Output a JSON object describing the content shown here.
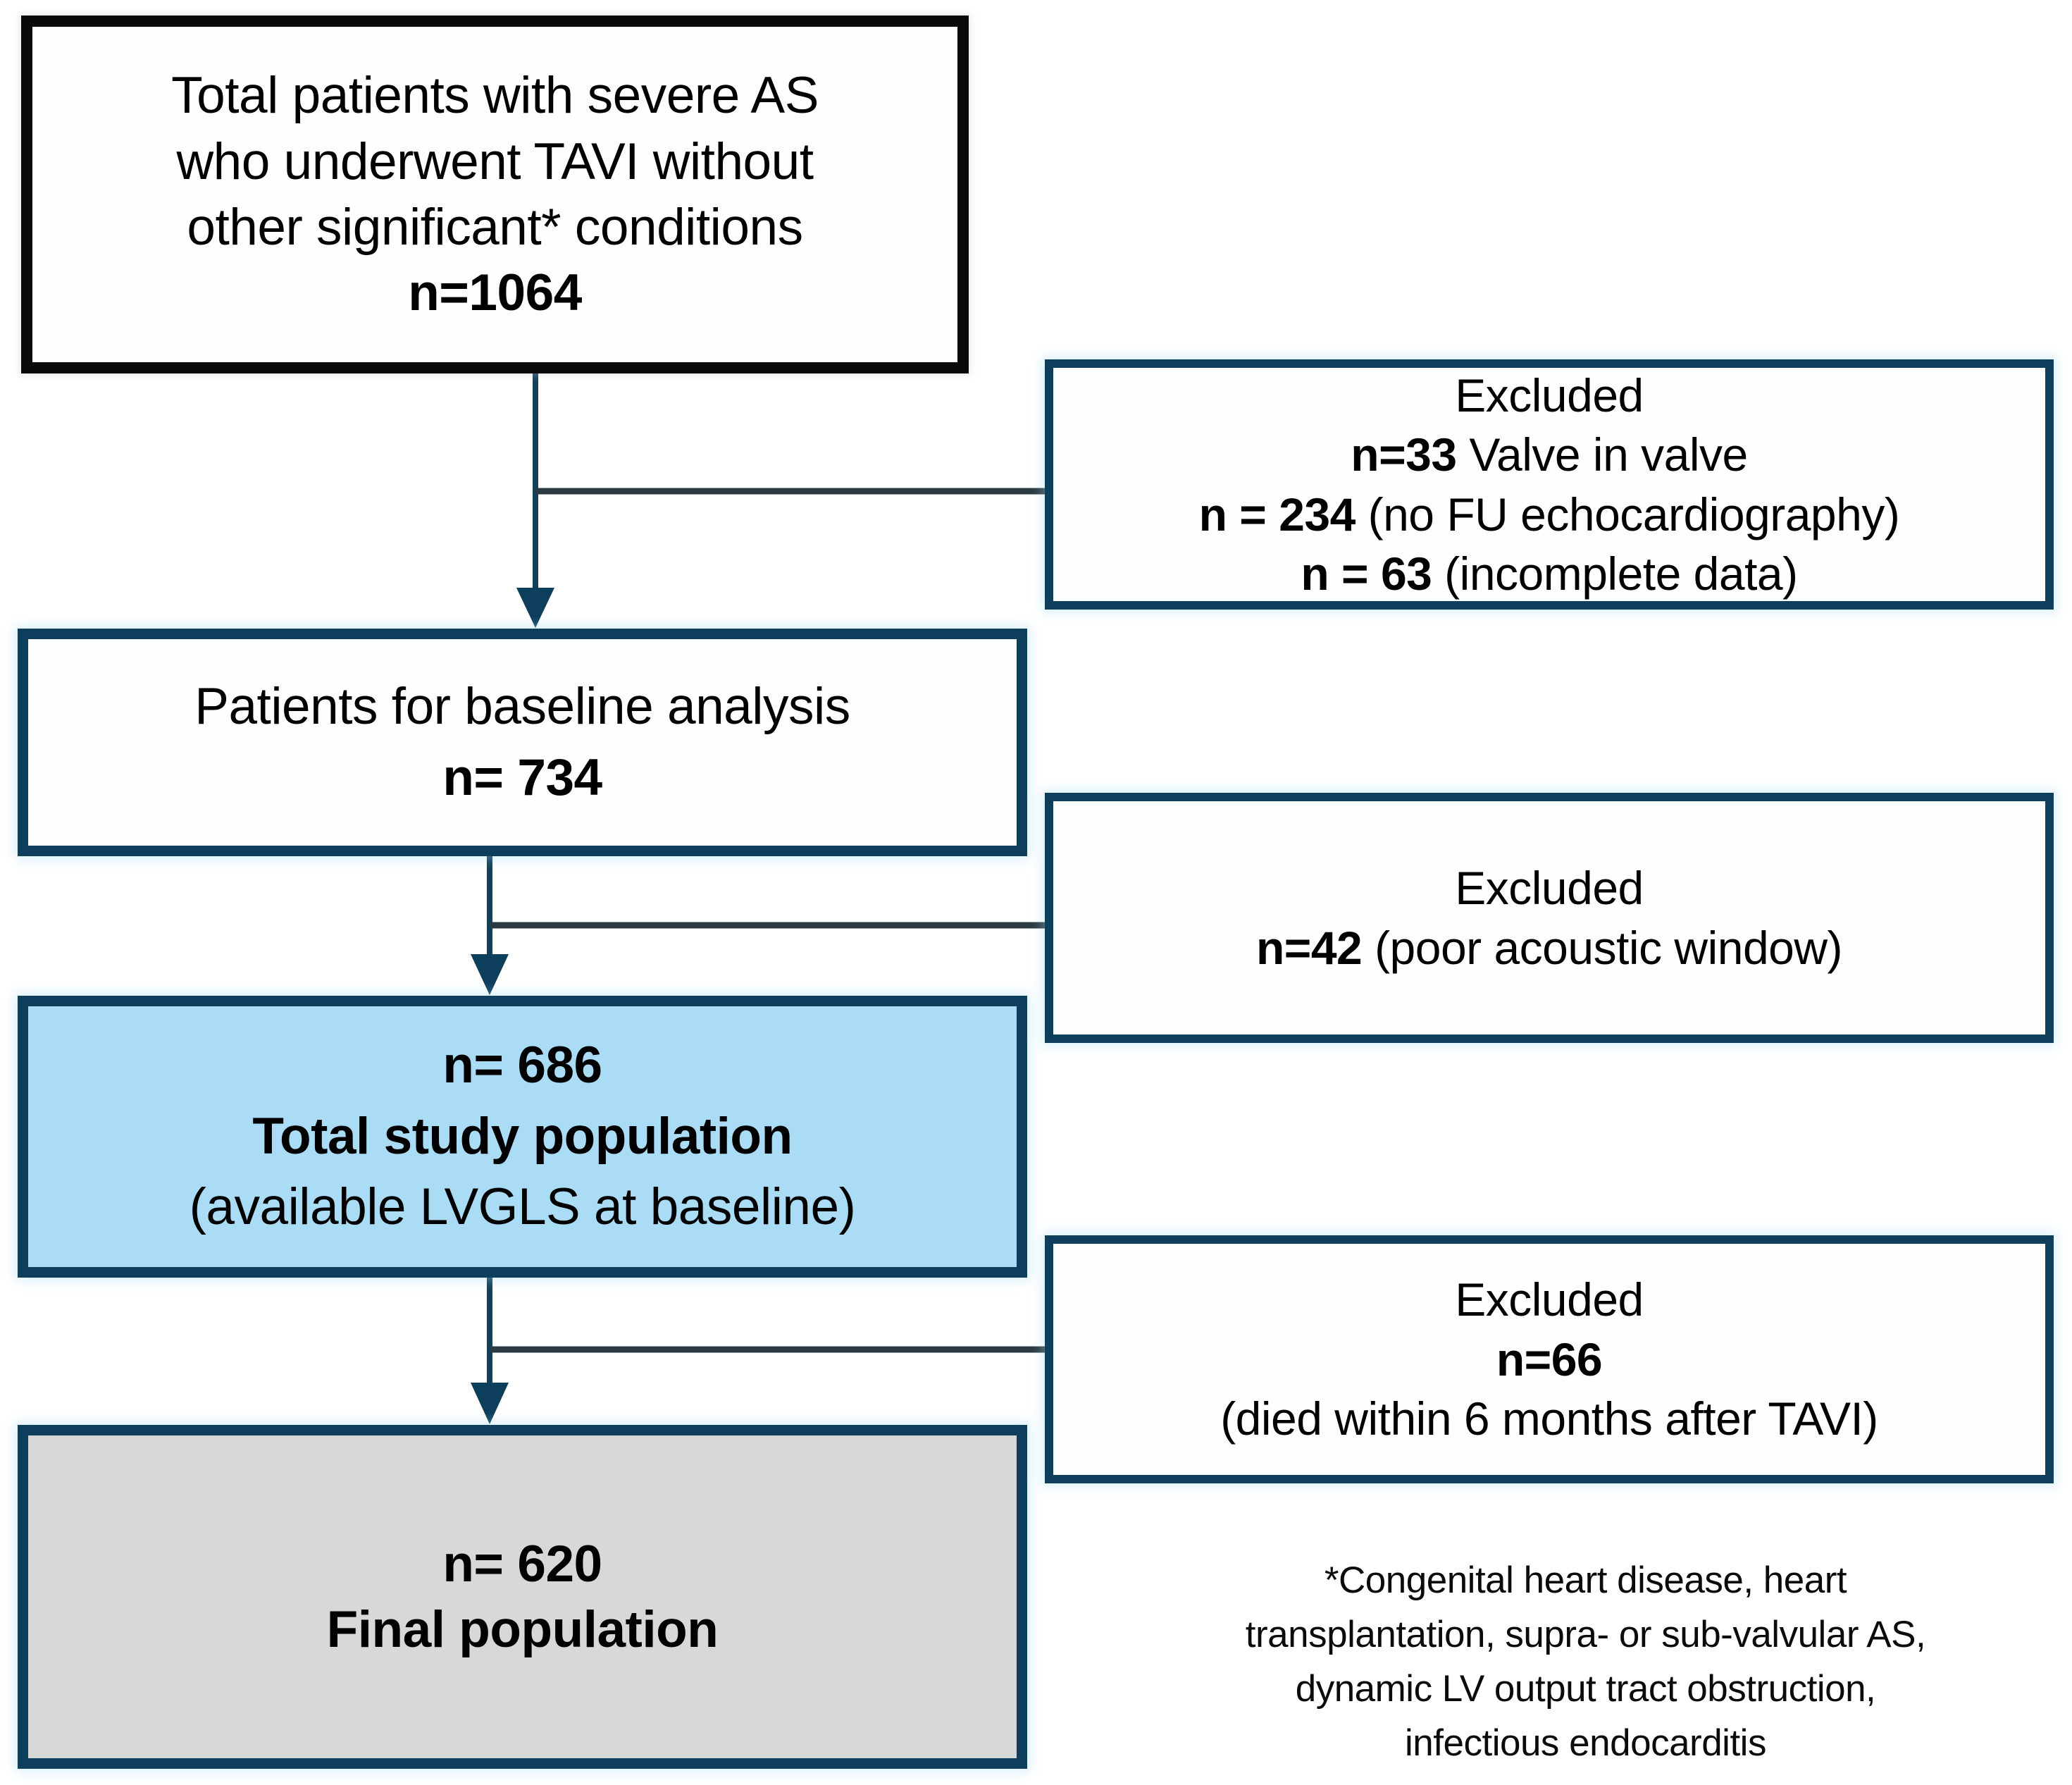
{
  "flowchart": {
    "box_total": {
      "line1": "Total patients with severe AS",
      "line2": "who underwent TAVI without",
      "line3": "other significant* conditions",
      "n": "n=1064"
    },
    "box_baseline": {
      "line1": "Patients for baseline analysis",
      "n": "n= 734"
    },
    "box_study": {
      "n": "n= 686",
      "title": "Total study population",
      "subtitle": "(available LVGLS at baseline)"
    },
    "box_final": {
      "n": "n= 620",
      "title": "Final population"
    },
    "excluded_1": {
      "title": "Excluded",
      "item1_n": "n=33",
      "item1_reason": "Valve in valve",
      "item2_n": "n = 234",
      "item2_reason": "(no FU echocardiography)",
      "item3_n": "n = 63",
      "item3_reason": "(incomplete data)"
    },
    "excluded_2": {
      "title": "Excluded",
      "item1_n": "n=42",
      "item1_reason": "(poor acoustic window)"
    },
    "excluded_3": {
      "title": "Excluded",
      "item1_n": "n=66",
      "item1_reason": "(died within 6 months after TAVI)"
    },
    "footnote": {
      "line1": "*Congenital heart disease, heart",
      "line2": "transplantation, supra- or sub-valvular AS,",
      "line3": "dynamic LV output tract obstruction,",
      "line4": "infectious endocarditis"
    },
    "colors": {
      "navy_border": "#0d3e5c",
      "black_border": "#0a0a0a",
      "blue_fill": "#aadcf5",
      "gray_fill": "#d8d8d8",
      "horizontal_connector": "#2a3a40",
      "vertical_connector": "#123f5a"
    }
  }
}
